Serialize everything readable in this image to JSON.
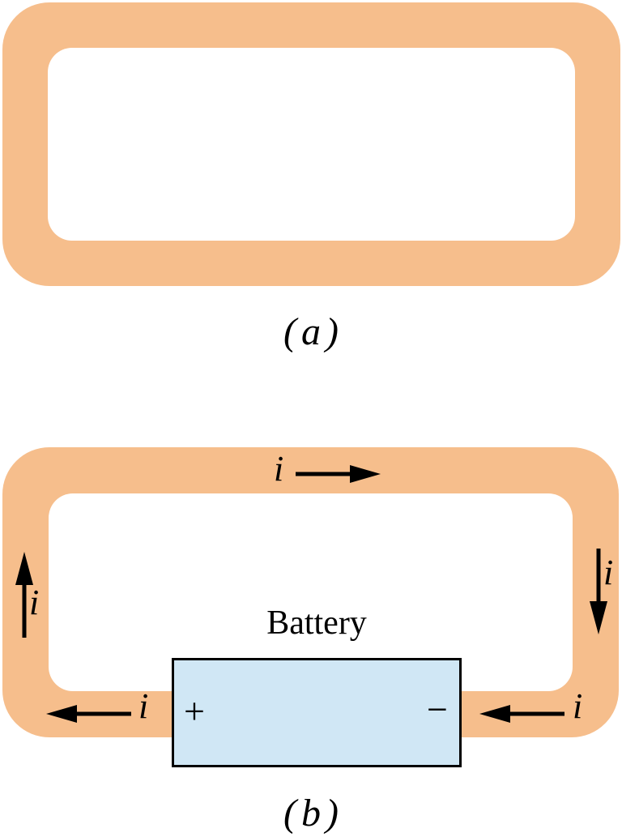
{
  "colors": {
    "loop": "#F6BE8C",
    "battery_fill": "#D0E7F5",
    "battery_border": "#000000",
    "arrow": "#000000",
    "text": "#000000",
    "background": "#FFFFFF"
  },
  "panel_a": {
    "caption": "(a)"
  },
  "panel_b": {
    "caption": "(b)",
    "battery": {
      "label": "Battery",
      "positive_terminal": "+",
      "negative_terminal": "−"
    },
    "currents": {
      "top": "i",
      "left": "i",
      "right": "i",
      "bottom_left": "i",
      "bottom_right": "i"
    }
  }
}
